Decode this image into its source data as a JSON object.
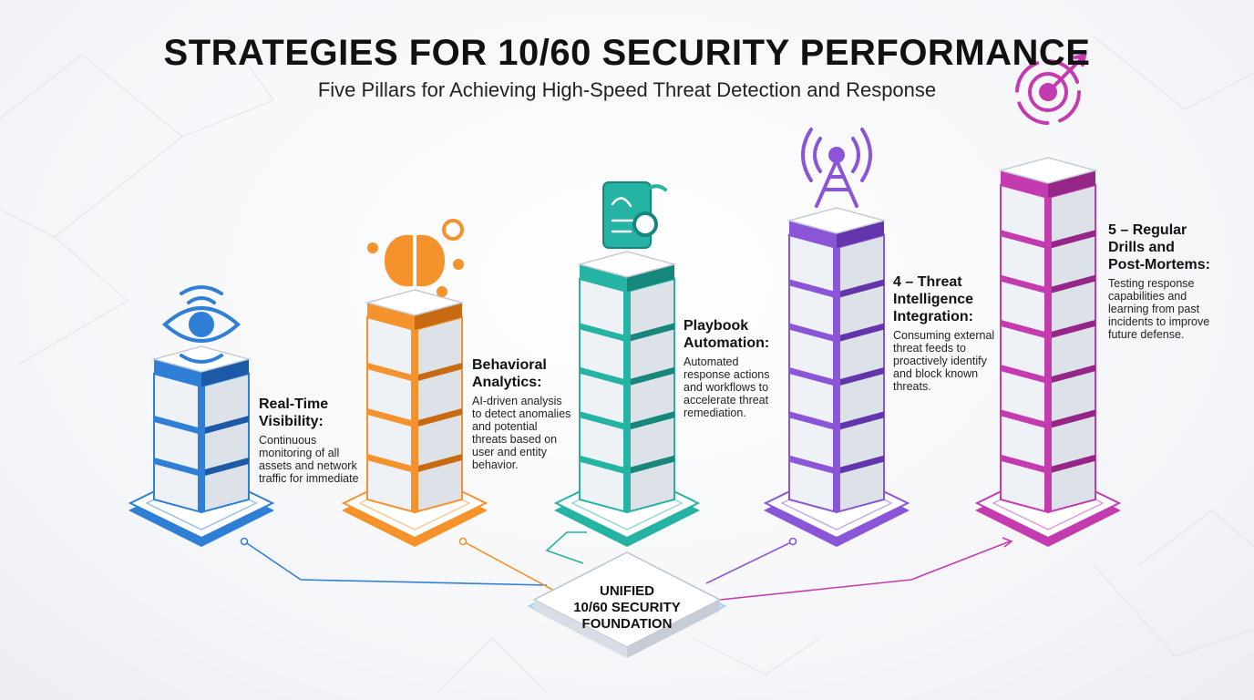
{
  "header": {
    "title": "STRATEGIES FOR 10/60 SECURITY PERFORMANCE",
    "subtitle": "Five Pillars for Achieving High-Speed Threat Detection and Response"
  },
  "foundation": {
    "label_lines": [
      "UNIFIED",
      "10/60 SECURITY",
      "FOUNDATION"
    ]
  },
  "pillars": [
    {
      "id": "visibility",
      "color": "#2f7fd6",
      "dark": "#1c5aa8",
      "icon": "eye-icon",
      "heading_lines": [
        "Real-Time",
        "Visibility:"
      ],
      "body_lines": [
        "Continuous",
        "monitoring of all",
        "assets and network",
        "traffic for immediate"
      ]
    },
    {
      "id": "behavioral",
      "color": "#f5922b",
      "dark": "#c86a12",
      "icon": "brain-gear-icon",
      "heading_lines": [
        "Behavioral",
        "Analytics:"
      ],
      "body_lines": [
        "AI-driven analysis",
        "to detect anomalies",
        "and potential",
        "threats based on",
        "user and entity",
        "behavior."
      ]
    },
    {
      "id": "playbook",
      "color": "#25b3a3",
      "dark": "#16877a",
      "icon": "playbook-script-icon",
      "heading_lines": [
        "Playbook",
        "Automation:"
      ],
      "body_lines": [
        "Automated",
        "response actions",
        "and workflows to",
        "accelerate threat",
        "remediation."
      ]
    },
    {
      "id": "intel",
      "color": "#8a55d6",
      "dark": "#6335ad",
      "icon": "antenna-tower-icon",
      "heading_lines": [
        "4 – Threat",
        "Intelligence",
        "Integration:"
      ],
      "body_lines": [
        "Consuming external",
        "threat feeds to",
        "proactively identify",
        "and block known",
        "threats."
      ]
    },
    {
      "id": "drills",
      "color": "#c43bb0",
      "dark": "#952586",
      "icon": "target-arrow-icon",
      "heading_lines": [
        "5 – Regular",
        "Drills and",
        "Post-Mortems:"
      ],
      "body_lines": [
        "Testing response",
        "capabilities and",
        "learning from past",
        "incidents to improve",
        "future defense."
      ]
    }
  ]
}
